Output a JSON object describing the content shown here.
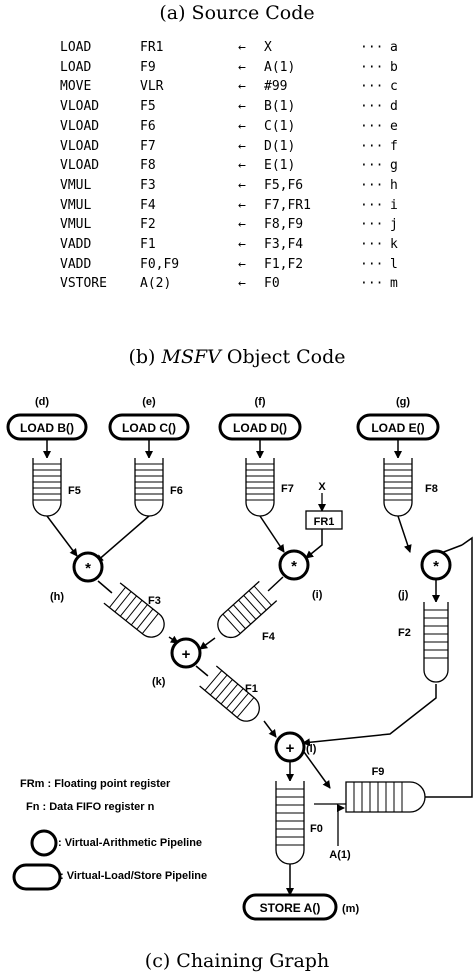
{
  "captions": {
    "a": "(a) Source Code",
    "b_prefix": "(b) ",
    "b_italic": "MSFV",
    "b_suffix": " Object Code",
    "c": "(c) Chaining Graph"
  },
  "code": [
    {
      "op": "LOAD",
      "dst": "FR1",
      "arrow": "←",
      "src": "X",
      "label": "a"
    },
    {
      "op": "LOAD",
      "dst": "F9",
      "arrow": "←",
      "src": "A(1)",
      "label": "b"
    },
    {
      "op": "MOVE",
      "dst": "VLR",
      "arrow": "←",
      "src": "#99",
      "label": "c"
    },
    {
      "op": "VLOAD",
      "dst": "F5",
      "arrow": "←",
      "src": "B(1)",
      "label": "d"
    },
    {
      "op": "VLOAD",
      "dst": "F6",
      "arrow": "←",
      "src": "C(1)",
      "label": "e"
    },
    {
      "op": "VLOAD",
      "dst": "F7",
      "arrow": "←",
      "src": "D(1)",
      "label": "f"
    },
    {
      "op": "VLOAD",
      "dst": "F8",
      "arrow": "←",
      "src": "E(1)",
      "label": "g"
    },
    {
      "op": "VMUL",
      "dst": "F3",
      "arrow": "←",
      "src": "F5,F6",
      "label": "h"
    },
    {
      "op": "VMUL",
      "dst": "F4",
      "arrow": "←",
      "src": "F7,FR1",
      "label": "i"
    },
    {
      "op": "VMUL",
      "dst": "F2",
      "arrow": "←",
      "src": "F8,F9",
      "label": "j"
    },
    {
      "op": "VADD",
      "dst": "F1",
      "arrow": "←",
      "src": "F3,F4",
      "label": "k"
    },
    {
      "op": "VADD",
      "dst": "F0,F9",
      "arrow": "←",
      "src": "F1,F2",
      "label": "l"
    },
    {
      "op": "VSTORE",
      "dst": "A(2)",
      "arrow": "←",
      "src": "F0",
      "label": "m"
    }
  ],
  "dots": "···",
  "graph": {
    "loads": [
      {
        "tag": "(d)",
        "label": "LOAD B()"
      },
      {
        "tag": "(e)",
        "label": "LOAD C()"
      },
      {
        "tag": "(f)",
        "label": "LOAD D()"
      },
      {
        "tag": "(g)",
        "label": "LOAD E()"
      }
    ],
    "fifos": {
      "f5": "F5",
      "f6": "F6",
      "f7": "F7",
      "f8": "F8",
      "f3": "F3",
      "f4": "F4",
      "f2": "F2",
      "f1": "F1",
      "f9": "F9",
      "f0": "F0"
    },
    "reg_box": "FR1",
    "reg_input": "X",
    "a1_input": "A(1)",
    "ops": [
      {
        "symbol": "*",
        "tag": "(h)"
      },
      {
        "symbol": "*",
        "tag": "(i)"
      },
      {
        "symbol": "*",
        "tag": "(j)"
      },
      {
        "symbol": "+",
        "tag": "(k)"
      },
      {
        "symbol": "+",
        "tag": "(l)"
      }
    ],
    "store": {
      "label": "STORE A()",
      "tag": "(m)"
    }
  },
  "legend": {
    "frm": "FRm : Floating point register",
    "fn": "Fn : Data FIFO register n",
    "circle": ": Virtual-Arithmetic Pipeline",
    "oval": ": Virtual-Load/Store Pipeline"
  }
}
